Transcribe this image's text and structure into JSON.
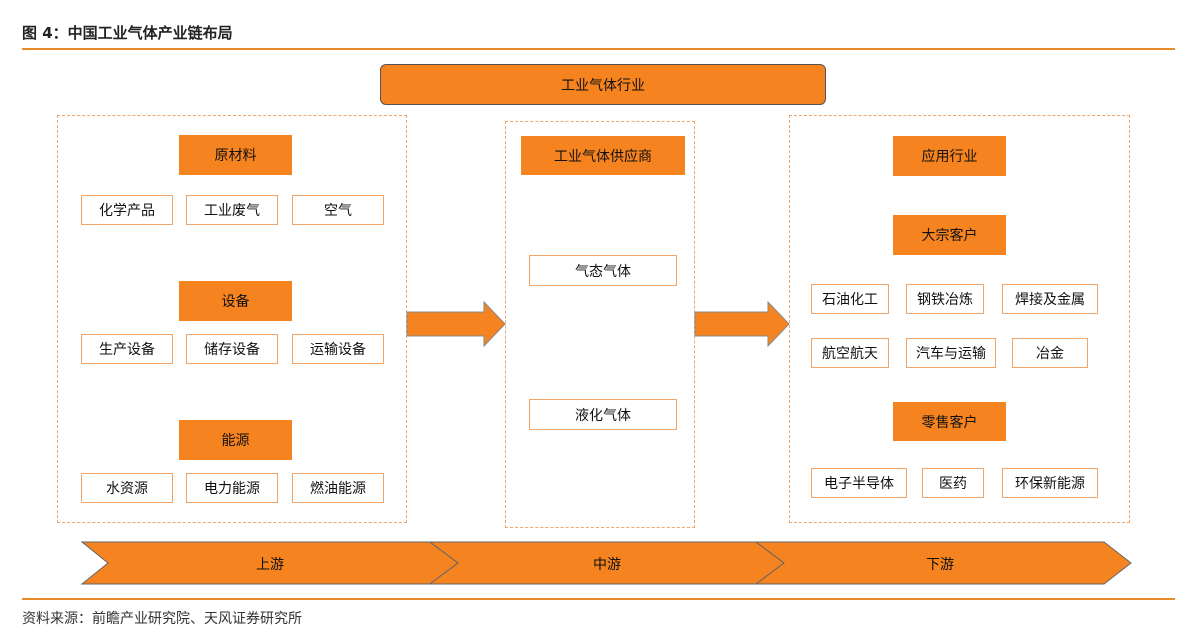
{
  "figure": {
    "title": "图 4：中国工业气体产业链布局",
    "source": "资料来源：前瞻产业研究院、天风证券研究所"
  },
  "colors": {
    "accent": "#f5831f",
    "border_light": "#f0a66a",
    "rule": "#e8892b"
  },
  "industry": {
    "label": "工业气体行业"
  },
  "upstream": {
    "groups": [
      {
        "header": "原材料",
        "items": [
          "化学产品",
          "工业废气",
          "空气"
        ]
      },
      {
        "header": "设备",
        "items": [
          "生产设备",
          "储存设备",
          "运输设备"
        ]
      },
      {
        "header": "能源",
        "items": [
          "水资源",
          "电力能源",
          "燃油能源"
        ]
      }
    ]
  },
  "midstream": {
    "header": "工业气体供应商",
    "items": [
      "气态气体",
      "液化气体"
    ]
  },
  "downstream": {
    "header": "应用行业",
    "bulk": {
      "header": "大宗客户",
      "rows": [
        [
          "石油化工",
          "钢铁冶炼",
          "焊接及金属"
        ],
        [
          "航空航天",
          "汽车与运输",
          "冶金"
        ]
      ]
    },
    "retail": {
      "header": "零售客户",
      "items": [
        "电子半导体",
        "医药",
        "环保新能源"
      ]
    }
  },
  "stages": [
    "上游",
    "中游",
    "下游"
  ]
}
